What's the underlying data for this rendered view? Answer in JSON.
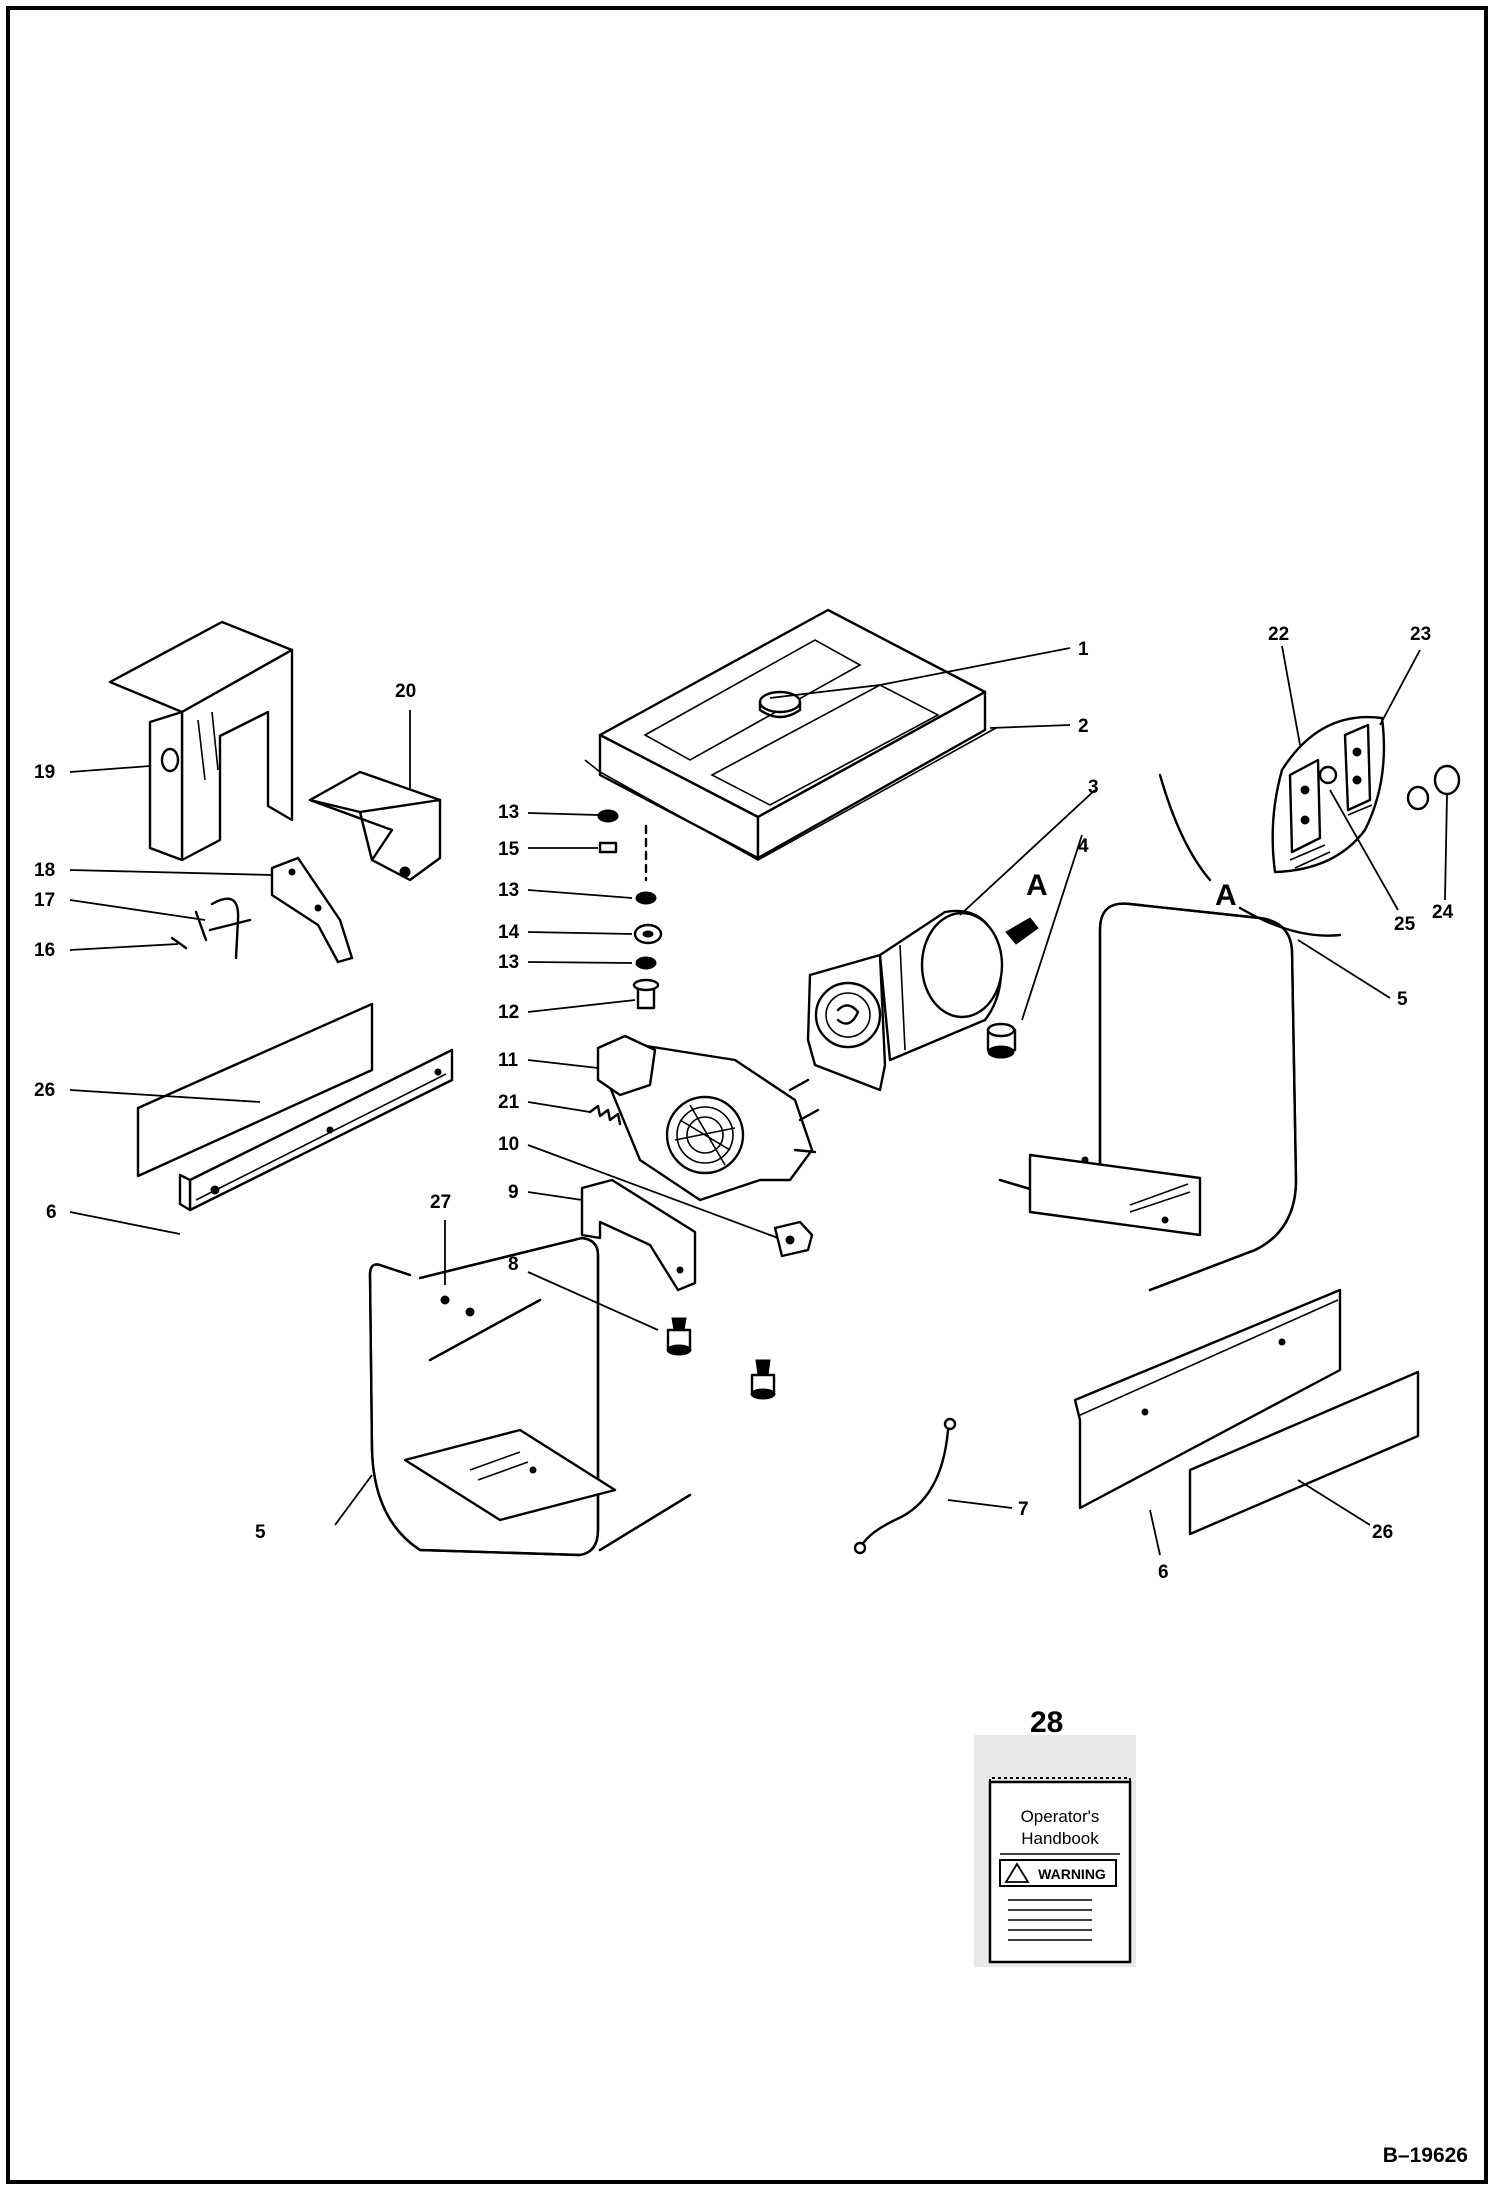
{
  "figure_id": "B–19626",
  "view_marker": "A",
  "handbook": {
    "number": "28",
    "title_line1": "Operator's",
    "title_line2": "Handbook",
    "warning": "WARNING"
  },
  "callouts": [
    "1",
    "2",
    "3",
    "4",
    "5",
    "5",
    "6",
    "6",
    "7",
    "8",
    "9",
    "10",
    "11",
    "12",
    "13",
    "13",
    "13",
    "14",
    "15",
    "16",
    "17",
    "18",
    "19",
    "20",
    "21",
    "22",
    "23",
    "24",
    "25",
    "26",
    "26",
    "27"
  ]
}
